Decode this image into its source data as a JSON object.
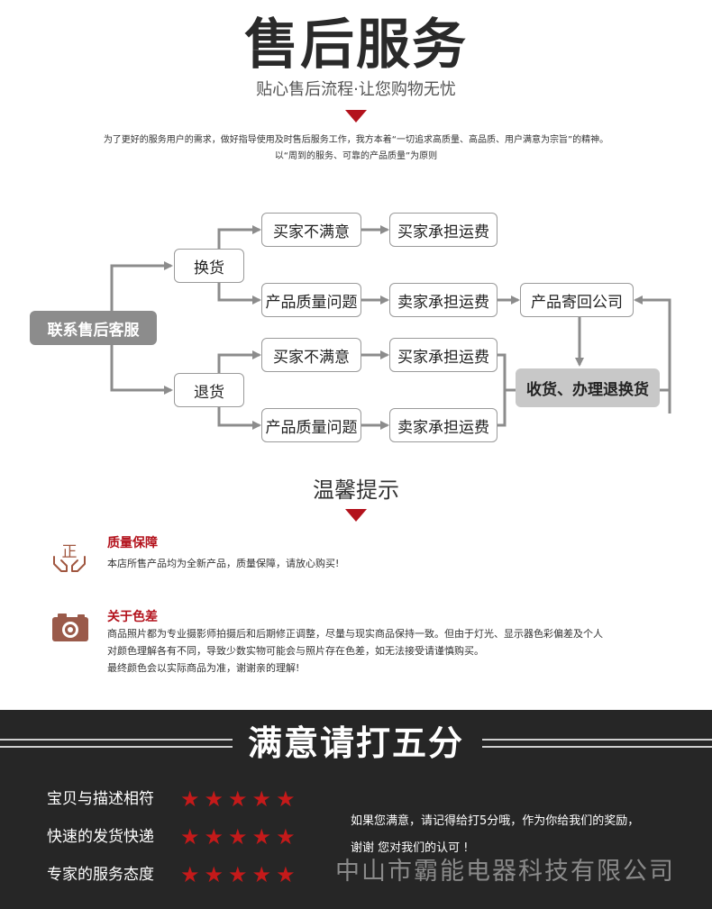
{
  "header": {
    "title": "售后服务",
    "subtitle": "贴心售后流程·让您购物无忧",
    "intro_line1": "为了更好的服务用户的需求，做好指导使用及时售后服务工作，我方本着“一切追求高质量、高品质、用户满意为宗旨”的精神。",
    "intro_line2": "以“周到的服务、可靠的产品质量”为原则"
  },
  "flow": {
    "contact": "联系售后客服",
    "exchange": "换货",
    "refund": "退货",
    "exchange_dissatisfied": "买家不满意",
    "exchange_buyer_pays": "买家承担运费",
    "exchange_quality": "产品质量问题",
    "exchange_seller_pays": "卖家承担运费",
    "return_to_company": "产品寄回公司",
    "receive_process": "收货、办理退换货",
    "refund_dissatisfied": "买家不满意",
    "refund_buyer_pays": "买家承担运费",
    "refund_quality": "产品质量问题",
    "refund_seller_pays": "卖家承担运费",
    "line_color": "#8c8c8c"
  },
  "tips": {
    "title": "温馨提示",
    "quality": {
      "icon": "正",
      "title": "质量保障",
      "text": "本店所售产品均为全新产品，质量保障，请放心购买!"
    },
    "color": {
      "title": "关于色差",
      "line1": "商品照片都为专业摄影师拍摄后和后期修正调整，尽量与现实商品保持一致。但由于灯光、显示器色彩偏差及个人",
      "line2": "对颜色理解各有不同，导致少数实物可能会与照片存在色差，如无法接受请谨慎购买。",
      "line3": "最终颜色会以实际商品为准，谢谢亲的理解!"
    }
  },
  "rating": {
    "title": "满意请打五分",
    "items": [
      {
        "label": "宝贝与描述相符",
        "stars": 5
      },
      {
        "label": "快速的发货快递",
        "stars": 5
      },
      {
        "label": "专家的服务态度",
        "stars": 5
      }
    ],
    "note_line1": "如果您满意，请记得给打5分哦，作为你给我们的奖励，",
    "note_line2": "谢谢 您对我们的认可 !",
    "company": "中山市霸能电器科技有限公司",
    "accent_color": "#c41a1a"
  }
}
